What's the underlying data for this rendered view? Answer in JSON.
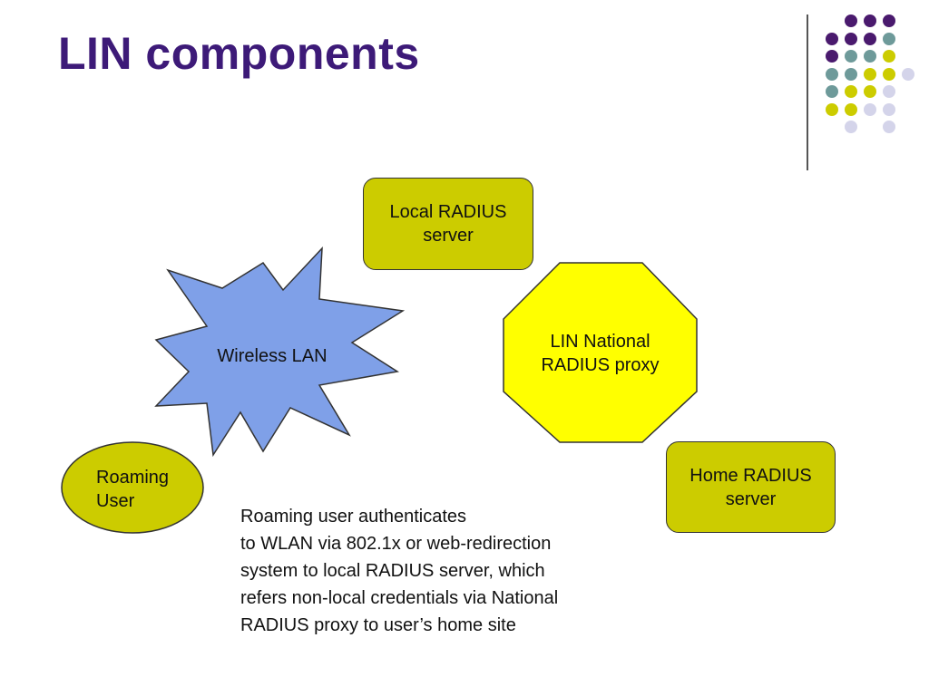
{
  "title": "LIN components",
  "colors": {
    "title": "#3d1a78",
    "olive": "#cccc00",
    "yellow": "#ffff00",
    "starBlue": "#7fa0e8",
    "purple": "#4a1a6e",
    "teal": "#6e9a9a",
    "lavender": "#d4d4ea"
  },
  "nodes": {
    "local_radius": "Local RADIUS\nserver",
    "wireless_lan": "Wireless LAN",
    "lin_proxy": "LIN National\nRADIUS proxy",
    "home_radius": "Home RADIUS\nserver",
    "roaming_user": "Roaming\nUser"
  },
  "description": [
    "Roaming user authenticates",
    "to WLAN via 802.1x or web-redirection",
    "system to local RADIUS server, which",
    "refers non-local credentials via National",
    "RADIUS proxy to user’s home site"
  ]
}
